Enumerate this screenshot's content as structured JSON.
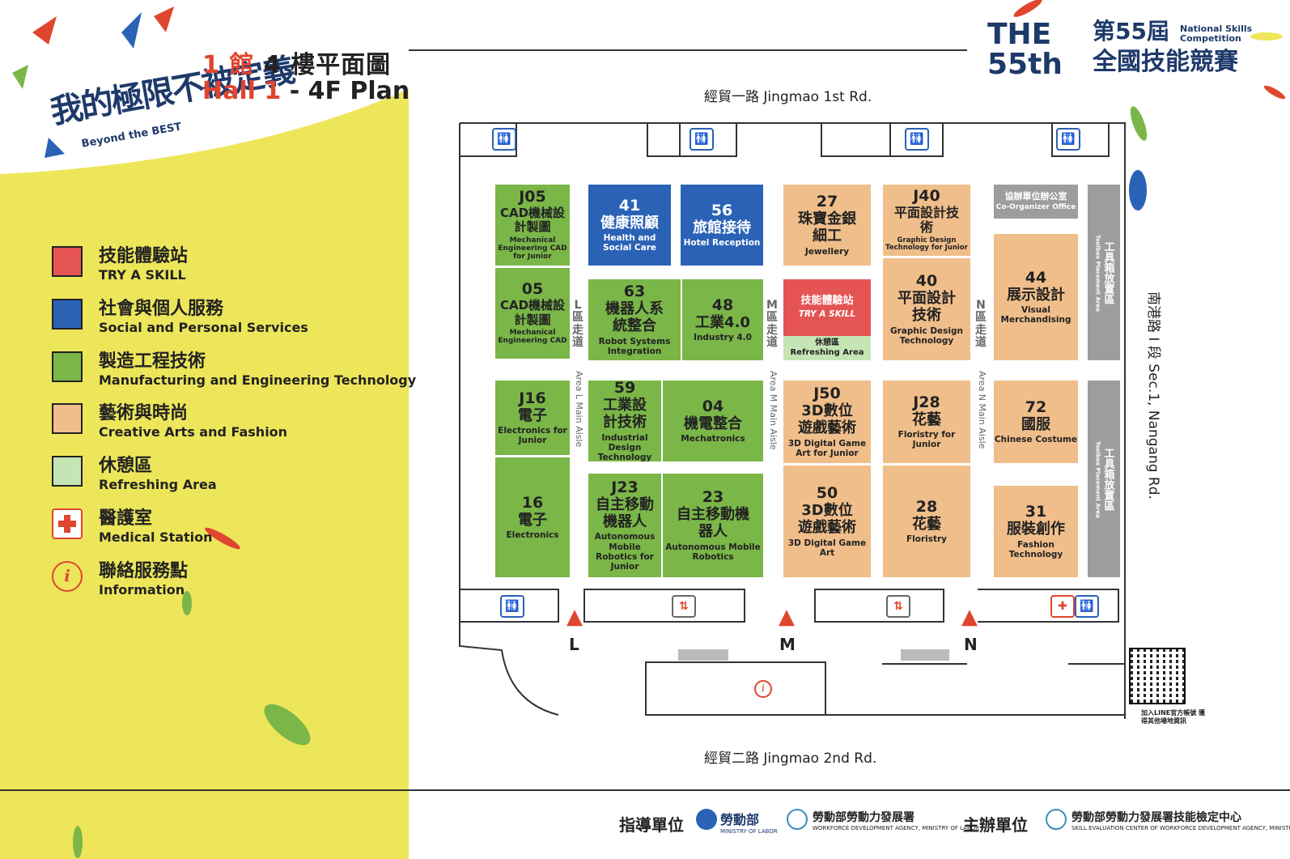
{
  "header": {
    "title_zh_hall": "1 館",
    "title_zh_rest": " 4 樓平面圖",
    "title_en_hall": "Hall 1",
    "title_en_rest": " - 4F Plan",
    "slogan_zh": "我的極限不被定義",
    "slogan_en": "Beyond the BEST",
    "event_en_1": "THE",
    "event_en_2": "55th",
    "event_zh_1": "第55屆",
    "event_zh_2": "全國技能競賽",
    "event_en_sub": "National Skills Competition"
  },
  "legend": [
    {
      "zh": "技能體驗站",
      "en": "TRY A SKILL",
      "color": "#E55454"
    },
    {
      "zh": "社會與個人服務",
      "en": "Social and Personal Services",
      "color": "#2A62B6"
    },
    {
      "zh": "製造工程技術",
      "en": "Manufacturing and Engineering Technology",
      "color": "#7AB648"
    },
    {
      "zh": "藝術與時尚",
      "en": "Creative Arts and Fashion",
      "color": "#F0BE8A"
    },
    {
      "zh": "休憩區",
      "en": "Refreshing Area",
      "color": "#C5E5B5"
    },
    {
      "zh": "醫護室",
      "en": "Medical Station",
      "color": "#E0452F"
    },
    {
      "zh": "聯絡服務點",
      "en": "Information",
      "color": "#E0452F"
    }
  ],
  "roads": {
    "north": "經貿一路  Jingmao 1st Rd.",
    "south": "經貿二路  Jingmao 2nd Rd.",
    "east": "南港路 I 段  Sec.1, Nangang Rd."
  },
  "booths": {
    "J05": {
      "num": "J05",
      "zh": "CAD機械設計製圖",
      "en": "Mechanical Engineering CAD for Junior"
    },
    "05": {
      "num": "05",
      "zh": "CAD機械設計製圖",
      "en": "Mechanical Engineering CAD"
    },
    "41": {
      "num": "41",
      "zh": "健康照顧",
      "en": "Health and Social Care"
    },
    "56": {
      "num": "56",
      "zh": "旅館接待",
      "en": "Hotel Reception"
    },
    "63": {
      "num": "63",
      "zh": "機器人系統整合",
      "en": "Robot Systems Integration"
    },
    "48": {
      "num": "48",
      "zh": "工業4.0",
      "en": "Industry 4.0"
    },
    "27": {
      "num": "27",
      "zh": "珠寶金銀細工",
      "en": "Jewellery"
    },
    "tryskill": {
      "zh": "技能體驗站",
      "en": "TRY A SKILL",
      "rest_zh": "休憩區",
      "rest_en": "Refreshing Area"
    },
    "J40": {
      "num": "J40",
      "zh": "平面設計技術",
      "en": "Graphic Design Technology for Junior"
    },
    "40": {
      "num": "40",
      "zh": "平面設計技術",
      "en": "Graphic Design Technology"
    },
    "office": {
      "zh": "協辦單位辦公室",
      "en": "Co-Organizer Office"
    },
    "44": {
      "num": "44",
      "zh": "展示設計",
      "en": "Visual Merchandising"
    },
    "J16": {
      "num": "J16",
      "zh": "電子",
      "en": "Electronics for Junior"
    },
    "16": {
      "num": "16",
      "zh": "電子",
      "en": "Electronics"
    },
    "59": {
      "num": "59",
      "zh": "工業設計技術",
      "en": "Industrial Design Technology"
    },
    "04": {
      "num": "04",
      "zh": "機電整合",
      "en": "Mechatronics"
    },
    "J23": {
      "num": "J23",
      "zh": "自主移動機器人",
      "en": "Autonomous Mobile Robotics for Junior"
    },
    "23": {
      "num": "23",
      "zh": "自主移動機器人",
      "en": "Autonomous Mobile Robotics"
    },
    "J50": {
      "num": "J50",
      "zh": "3D數位遊戲藝術",
      "en": "3D Digital Game Art for Junior"
    },
    "50": {
      "num": "50",
      "zh": "3D數位遊戲藝術",
      "en": "3D Digital Game Art"
    },
    "J28": {
      "num": "J28",
      "zh": "花藝",
      "en": "Floristry for Junior"
    },
    "28": {
      "num": "28",
      "zh": "花藝",
      "en": "Floristry"
    },
    "72": {
      "num": "72",
      "zh": "國服",
      "en": "Chinese Costume"
    },
    "31": {
      "num": "31",
      "zh": "服裝創作",
      "en": "Fashion Technology"
    },
    "toolbox": {
      "zh": "工具箱放置區",
      "en": "Toolbox Placement Area"
    }
  },
  "aisles": {
    "L": {
      "zh": "L區走道",
      "en": "Area L Main Aisle"
    },
    "M": {
      "zh": "M區走道",
      "en": "Area M Main Aisle"
    },
    "N": {
      "zh": "N區走道",
      "en": "Area N Main Aisle"
    }
  },
  "entrances": [
    "L",
    "M",
    "N"
  ],
  "qr_caption": "加入LINE官方帳號 獲得其他場地資訊",
  "footer": {
    "guide_label": "指導單位",
    "org1": "勞動部",
    "org1_en": "MINISTRY OF LABOR",
    "org2": "勞動部勞動力發展署",
    "org2_en": "WORKFORCE DEVELOPMENT AGENCY, MINISTRY OF LABOR",
    "host_label": "主辦單位",
    "org3": "勞動部勞動力發展署技能檢定中心",
    "org3_en": "SKILL EVALUATION CENTER OF WORKFORCE DEVELOPMENT AGENCY, MINISTRY OF LABOR"
  }
}
